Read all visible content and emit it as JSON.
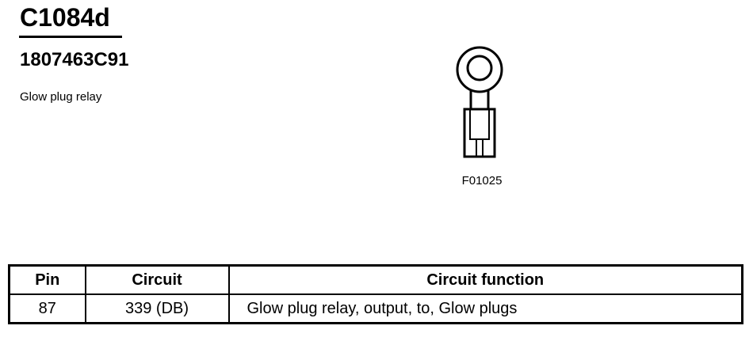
{
  "header": {
    "connector_id": "C1084d",
    "part_number": "1807463C91",
    "description": "Glow plug relay"
  },
  "figure": {
    "icon": "ring-terminal-icon",
    "code": "F01025"
  },
  "table": {
    "columns": [
      "Pin",
      "Circuit",
      "Circuit function"
    ],
    "rows": [
      {
        "pin": "87",
        "circuit": "339 (DB)",
        "function": "Glow plug relay, output, to, Glow plugs"
      }
    ]
  }
}
